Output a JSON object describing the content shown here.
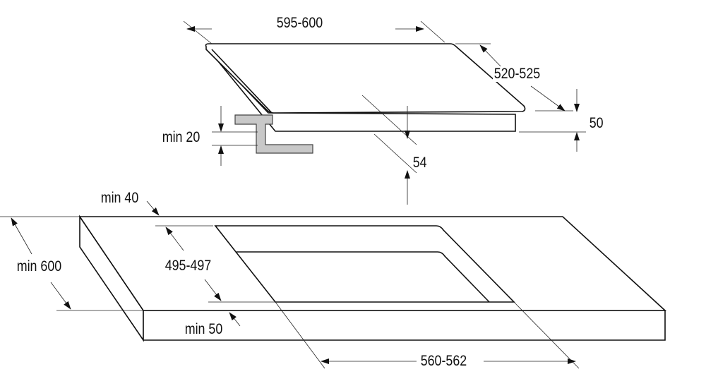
{
  "hob": {
    "width_label": "595-600",
    "depth_label": "520-525",
    "height_label": "50",
    "clearance_label": "54",
    "bracket_label": "min 20"
  },
  "worktop": {
    "back_margin_label": "min 40",
    "depth_label": "min 600",
    "cutout_depth_label": "495-497",
    "front_margin_label": "min 50",
    "cutout_width_label": "560-562"
  },
  "colors": {
    "bracket": "#c8c8c8",
    "line": "#111111"
  }
}
